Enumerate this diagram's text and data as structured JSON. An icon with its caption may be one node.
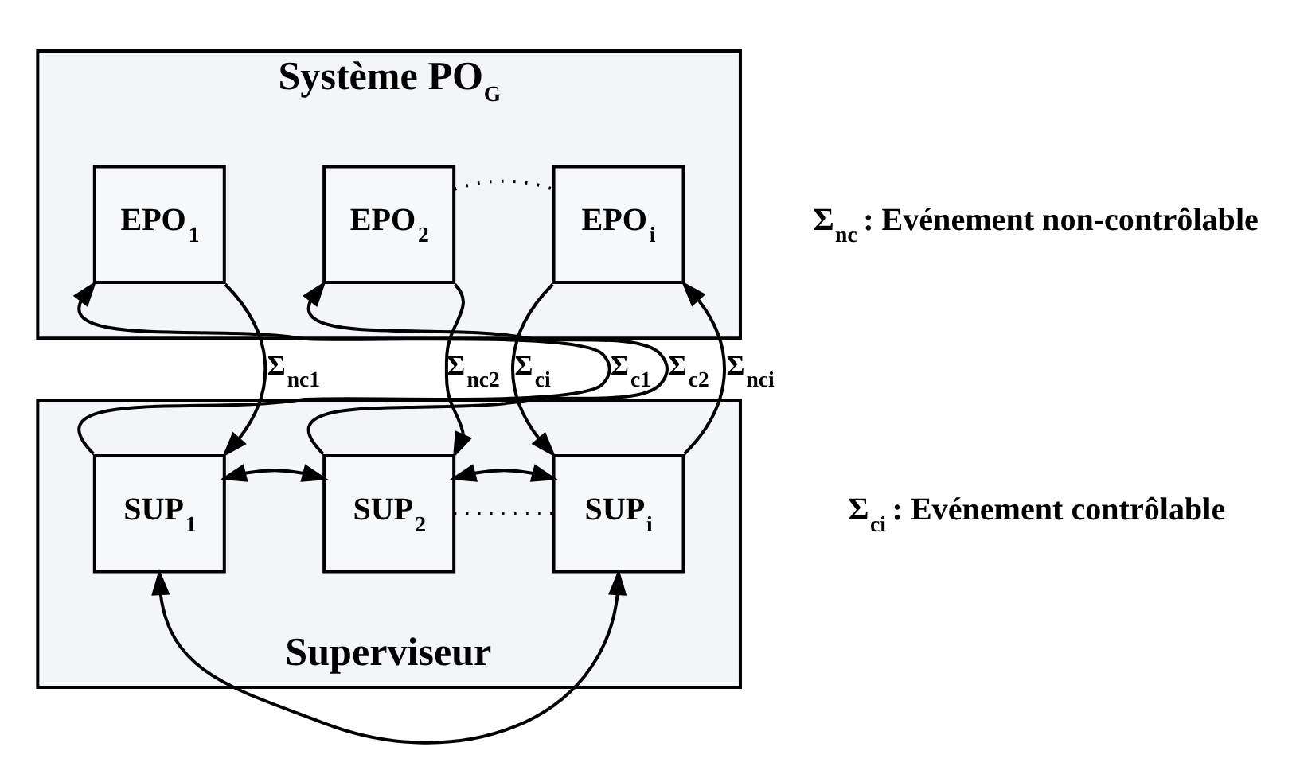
{
  "diagram": {
    "nodes": [
      {
        "text": [
          "Système PO$_{G}$"
        ]
      },
      {
        "text": [
          "EPO$_{1}$"
        ],
        "in": 0
      },
      {
        "text": [
          "EPO$_{2}$"
        ],
        "in": 0
      },
      {
        "text": [
          "EPO$_{i}$"
        ],
        "in": 0
      },
      {
        "text": [
          "Superviseur"
        ]
      },
      {
        "text": [
          "SUP$_{1}$"
        ],
        "in": 4
      },
      {
        "text": [
          "SUP$_{2}$"
        ],
        "in": 4
      },
      {
        "text": [
          "SUP$_{i}$"
        ],
        "in": 4
      }
    ],
    "edges": [
      {
        "from": 5,
        "to": 1,
        "arrow": "to",
        "label": "Σ$_{c1}$"
      },
      {
        "from": 1,
        "to": 5,
        "arrow": "to",
        "label": "Σ$_{nc1}$"
      },
      {
        "from": 6,
        "to": 2,
        "arrow": "to",
        "label": "Σ$_{c2}$"
      },
      {
        "from": 2,
        "to": 6,
        "arrow": "to",
        "label": "Σ$_{nc2}$"
      },
      {
        "from": 3,
        "to": 7,
        "arrow": "to",
        "label": "Σ$_{ci}$"
      },
      {
        "from": 7,
        "to": 3,
        "arrow": "to",
        "label": "Σ$_{nci}$"
      },
      {
        "from": 2,
        "to": 3,
        "arrow": "none",
        "style": "dashed"
      },
      {
        "from": 6,
        "to": 7,
        "arrow": "none",
        "style": "dashed"
      },
      {
        "from": 5,
        "to": 6,
        "arrow": "both"
      },
      {
        "from": 6,
        "to": 7,
        "arrow": "both"
      },
      {
        "from": 5,
        "to": 7,
        "arrow": "both"
      }
    ],
    "labels": [
      "Σ$_{nc}$ : Evénement non-contrôlable",
      "Σ$_{ci}$ : Evénement contrôlable"
    ]
  }
}
